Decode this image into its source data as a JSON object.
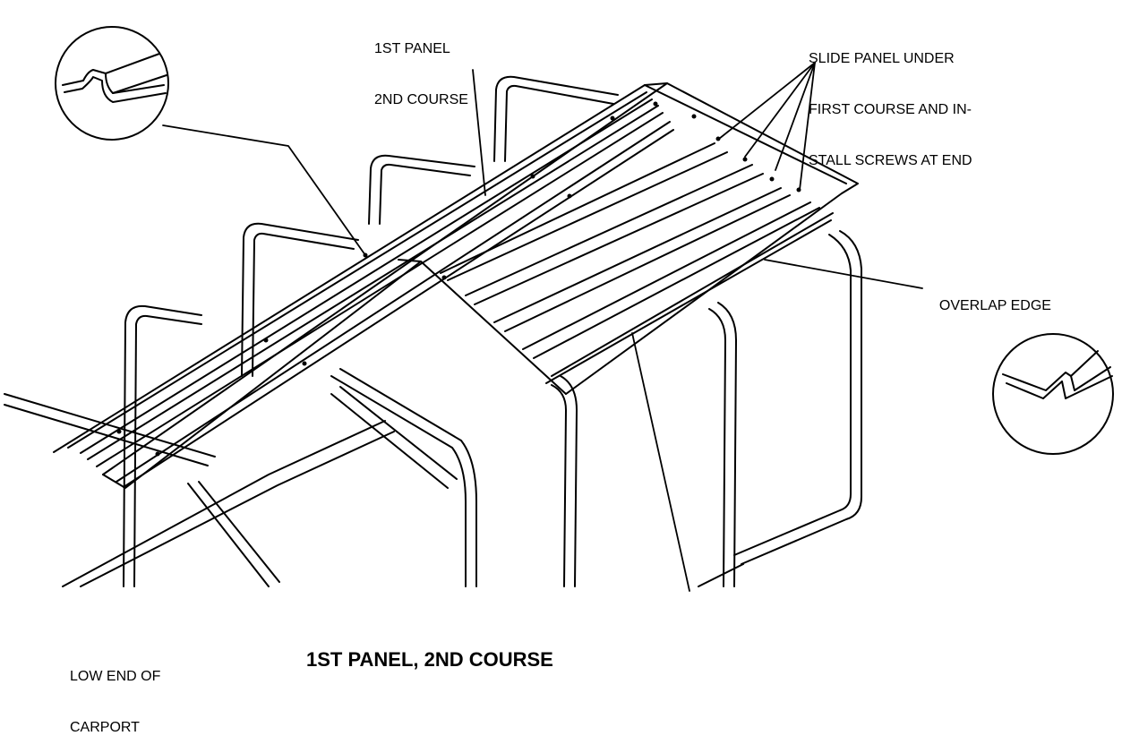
{
  "labels": {
    "panel_top_line1": "1ST PANEL",
    "panel_top_line2": "2ND COURSE",
    "slide_line1": "SLIDE PANEL UNDER",
    "slide_line2": "FIRST COURSE AND IN-",
    "slide_line3": "STALL SCREWS AT END",
    "overlap": "OVERLAP EDGE",
    "low_end_line1": "LOW END OF",
    "low_end_line2": "CARPORT"
  },
  "caption": "1ST PANEL, 2ND COURSE"
}
